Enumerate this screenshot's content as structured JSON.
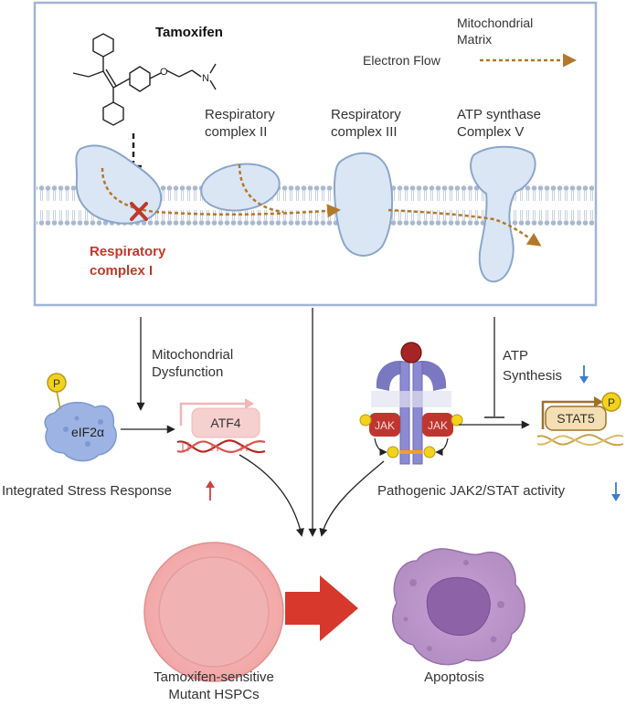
{
  "top_panel": {
    "drug": "Tamoxifen",
    "complex_i": [
      "Respiratory",
      "complex I"
    ],
    "complex_ii": [
      "Respiratory",
      "complex II"
    ],
    "complex_iii": [
      "Respiratory",
      "complex III"
    ],
    "complex_v": [
      "ATP synthase",
      "Complex V"
    ],
    "legend": {
      "compartment": [
        "Mitochondrial",
        "Matrix"
      ],
      "electron_flow": "Electron Flow"
    }
  },
  "middle": {
    "mito_dysfunction": [
      "Mitochondrial",
      "Dysfunction"
    ],
    "eif2a": "eIF2α",
    "phospho": "P",
    "atf4": "ATF4",
    "isr": "Integrated Stress Response",
    "jak": "JAK",
    "atp_synthesis": [
      "ATP",
      "Synthesis"
    ],
    "stat5": "STAT5",
    "jak_stat": "Pathogenic JAK2/STAT activity"
  },
  "bottom": {
    "hspc": [
      "Tamoxifen-sensitive",
      "Mutant HSPCs"
    ],
    "apoptosis": "Apoptosis"
  },
  "colors": {
    "panel_border": "#9fb6d6",
    "complex_fill": "#dbe6f5",
    "complex_stroke": "#8aa6cc",
    "electron_flow": "#b3782b",
    "inhibition_red": "#c0392b",
    "up_arrow": "#d04040",
    "down_arrow": "#3a7bd5",
    "jak_red": "#c0362f",
    "receptor_purple": "#7a78c0",
    "phospho_yellow": "#f3d21a",
    "atf4_pink": "#f6cfcf",
    "stat5_gold": "#f3dfb3",
    "cell_pink": "#f2a6a6",
    "apoptosis_purple": "#b890c6",
    "big_arrow": "#d6382c"
  }
}
